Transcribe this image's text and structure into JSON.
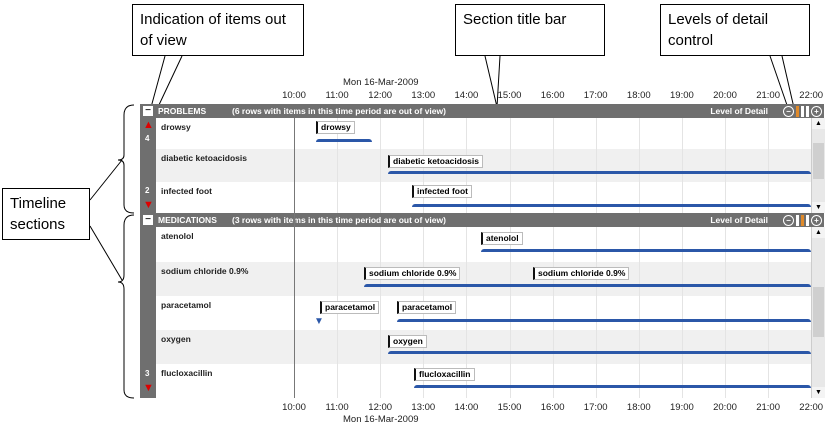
{
  "callouts": {
    "out_of_view": "Indication of items out of view",
    "section_title": "Section title bar",
    "lod_control": "Levels of detail control",
    "timeline_sections": "Timeline sections"
  },
  "date": "Mon 16-Mar-2009",
  "ticks": [
    "10:00",
    "11:00",
    "12:00",
    "13:00",
    "14:00",
    "15:00",
    "16:00",
    "17:00",
    "18:00",
    "19:00",
    "20:00",
    "21:00",
    "22:00"
  ],
  "problems": {
    "title": "PROBLEMS",
    "note": "(6 rows with items in this time period are out of view)",
    "lod_label": "Level of Detail",
    "above_count": "4",
    "below_count": "2",
    "rows": [
      {
        "label": "drowsy",
        "items": [
          "drowsy"
        ]
      },
      {
        "label": "diabetic ketoacidosis",
        "items": [
          "diabetic ketoacidosis"
        ]
      },
      {
        "label": "infected foot",
        "items": [
          "infected foot"
        ]
      }
    ]
  },
  "medications": {
    "title": "MEDICATIONS",
    "note": "(3 rows with items in this time period are out of view)",
    "lod_label": "Level of Detail",
    "below_count": "3",
    "rows": [
      {
        "label": "atenolol",
        "items": [
          "atenolol"
        ]
      },
      {
        "label": "sodium chloride 0.9%",
        "items": [
          "sodium chloride 0.9%",
          "sodium chloride 0.9%"
        ]
      },
      {
        "label": "paracetamol",
        "items": [
          "paracetamol",
          "paracetamol"
        ]
      },
      {
        "label": "oxygen",
        "items": [
          "oxygen"
        ]
      },
      {
        "label": "flucloxacillin",
        "items": [
          "flucloxacillin"
        ]
      }
    ]
  },
  "colors": {
    "header": "#6f6f6f",
    "bar": "#2b57a8",
    "arrow": "#dd0000",
    "lod_active": "#e08a2a"
  }
}
